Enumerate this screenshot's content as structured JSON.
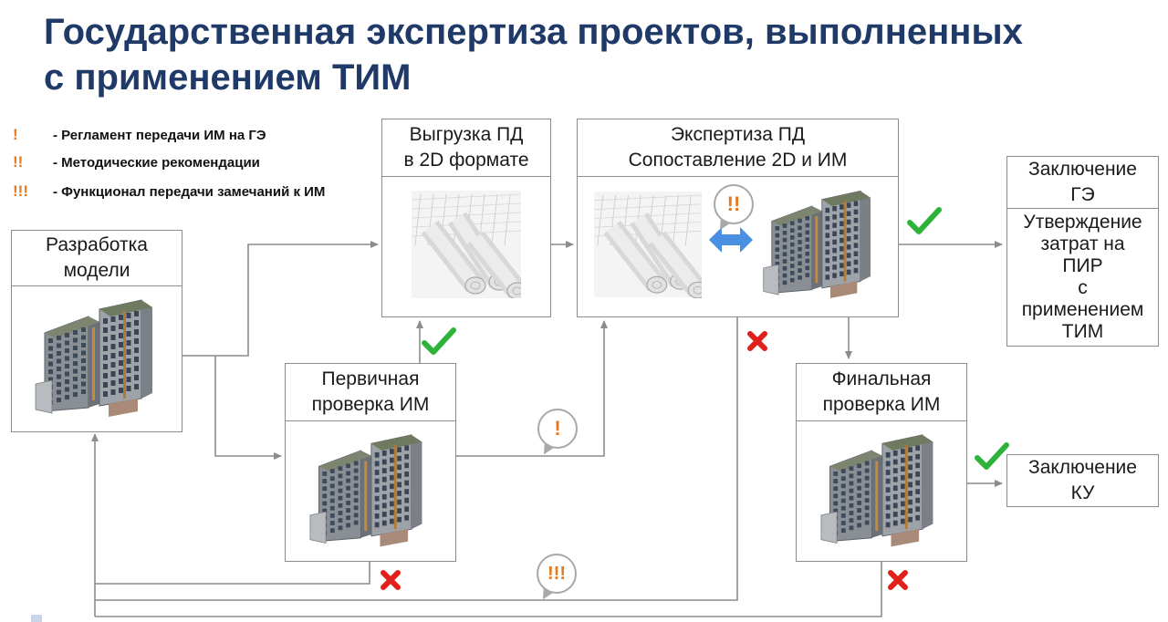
{
  "title": {
    "line1": "Государственная экспертиза проектов, выполненных",
    "line2": "с применением ТИМ"
  },
  "legend": [
    {
      "mark": "!",
      "text": "- Регламент передачи ИМ на ГЭ"
    },
    {
      "mark": "!!",
      "text": "- Методические рекомендации"
    },
    {
      "mark": "!!!",
      "text": "- Функционал передачи замечаний к ИМ"
    }
  ],
  "nodes": {
    "dev": {
      "line1": "Разработка",
      "line2": "модели"
    },
    "upload": {
      "line1": "Выгрузка ПД",
      "line2": "в 2D формате"
    },
    "expertise": {
      "line1": "Экспертиза ПД",
      "line2": "Сопоставление 2D и ИМ"
    },
    "primary": {
      "line1": "Первичная",
      "line2": "проверка ИМ"
    },
    "final": {
      "line1": "Финальная",
      "line2": "проверка ИМ"
    },
    "conclusion_ge": {
      "line1": "Заключение",
      "line2": "ГЭ"
    },
    "approval": {
      "line1": "Утверждение",
      "line2": "затрат на",
      "line3": "ПИР",
      "line4": "с",
      "line5": "применением",
      "line6": "ТИМ"
    },
    "conclusion_ku": {
      "line1": "Заключение",
      "line2": "КУ"
    }
  },
  "bubbles": {
    "expertise": "!!",
    "primary": "!",
    "return": "!!!"
  },
  "colors": {
    "title": "#1f3a68",
    "accent": "#e8771a",
    "check": "#2db33a",
    "cross": "#e0201a",
    "arrow": "#4a90e2",
    "line": "#8c8c8c"
  }
}
